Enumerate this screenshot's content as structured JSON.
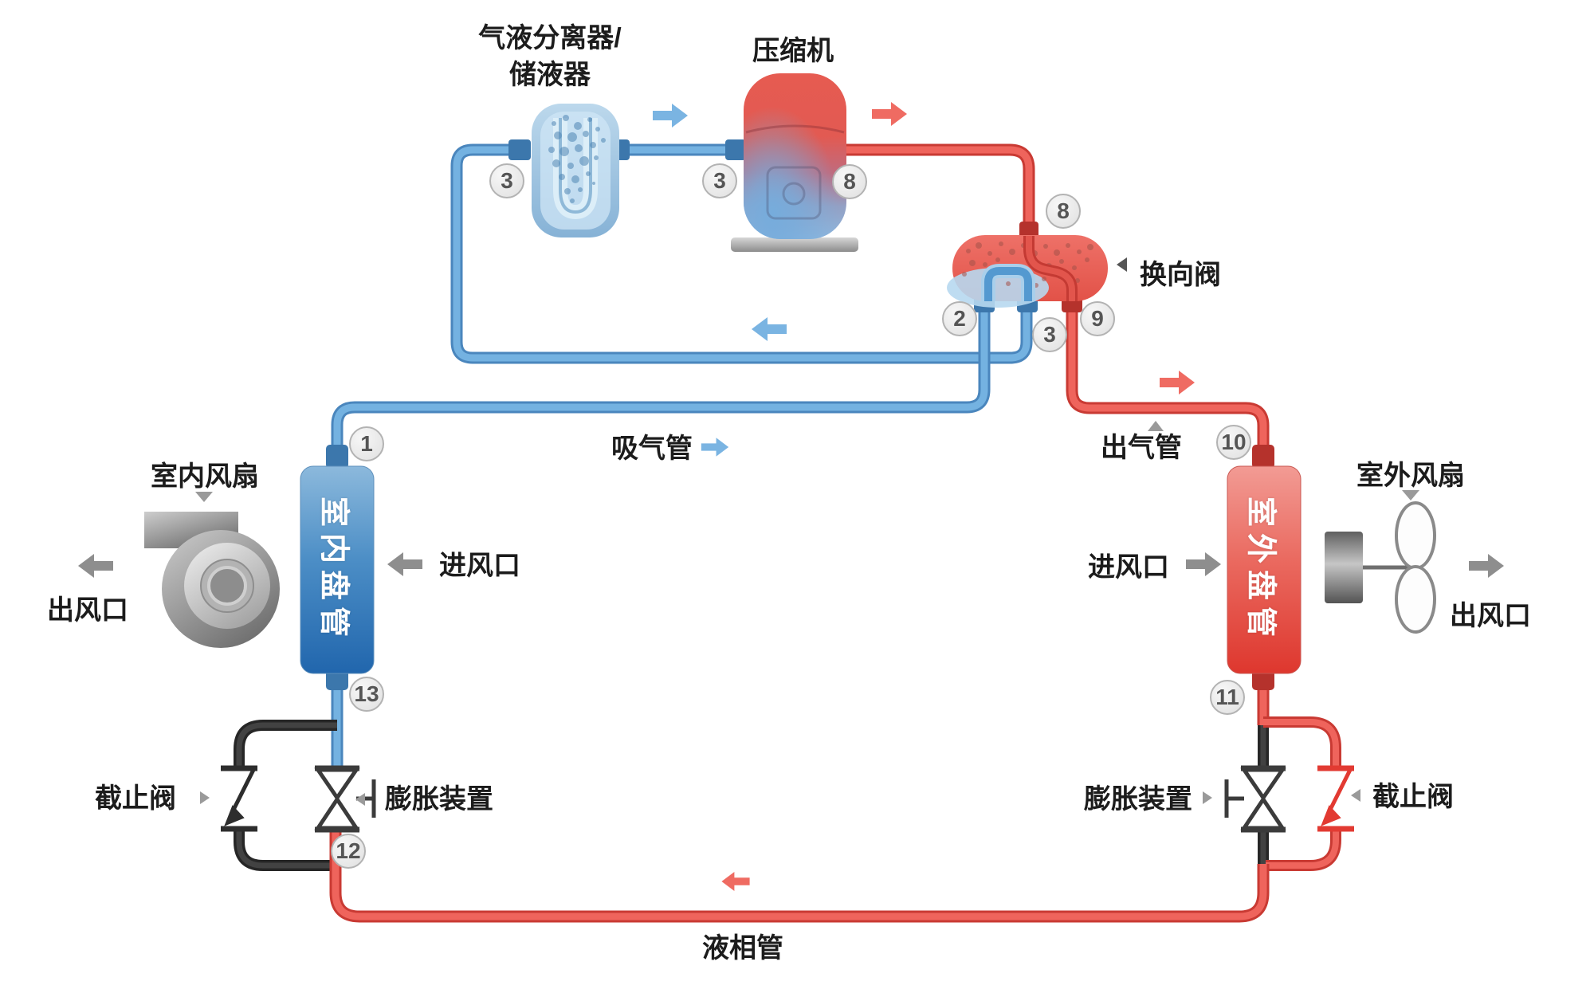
{
  "components": {
    "separator": {
      "label_line1": "气液分离器/",
      "label_line2": "储液器"
    },
    "compressor": {
      "label": "压缩机"
    },
    "reversing_valve": {
      "label": "换向阀"
    },
    "indoor_coil": {
      "label": "室内盘管"
    },
    "outdoor_coil": {
      "label": "室外盘管"
    },
    "indoor_fan": {
      "label": "室内风扇"
    },
    "outdoor_fan": {
      "label": "室外风扇"
    }
  },
  "pipes": {
    "suction": "吸气管",
    "discharge": "出气管",
    "liquid": "液相管"
  },
  "valves": {
    "left_stop": "截止阀",
    "left_expansion": "膨胀装置",
    "right_expansion": "膨胀装置",
    "right_stop": "截止阀"
  },
  "airflow": {
    "left_outlet": "出风口",
    "left_inlet": "进风口",
    "right_inlet": "进风口",
    "right_outlet": "出风口"
  },
  "markers": {
    "sep_left": "3",
    "comp_left": "3",
    "comp_right": "8",
    "valve_top": "8",
    "port2": "2",
    "port3": "3",
    "port9": "9",
    "indoor_top": "1",
    "indoor_bottom": "13",
    "expansion_out": "12",
    "outdoor_top": "10",
    "outdoor_bottom": "11"
  },
  "colors": {
    "blue_pipe": "#74b2e1",
    "blue_pipe_edge": "#4a86bd",
    "red_pipe": "#ef645c",
    "red_pipe_edge": "#c93a33",
    "black_pipe": "#2f2f2f",
    "gray_arrow": "#8e8e8e"
  }
}
